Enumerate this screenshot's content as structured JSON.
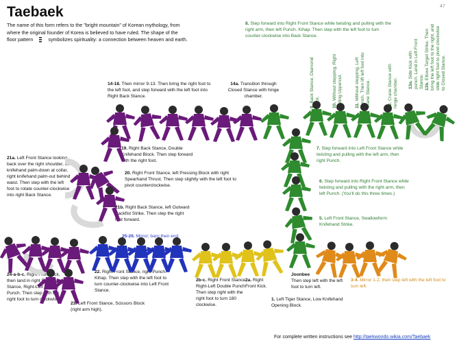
{
  "page": {
    "title": "Taebaek",
    "page_number": "47",
    "intro": "The name of this form refers to the \"bright mountain\" of Korean mythology, from where the original founder of Korea is believed to have ruled. The shape of the floor pattern",
    "intro_tail": "symbolizes spirituality: a connection between heaven and earth."
  },
  "steps": {
    "s8": {
      "num": "8.",
      "text": "Step forward into Right Front Stance while twisting and pulling with the right arm, then left Punch. Kihap. Then step with the left foot to turn counter-clockwise into Back Stance."
    },
    "s9": {
      "num": "9.",
      "text": "Back Stance, Diamond Block."
    },
    "s10": {
      "num": "10.",
      "text": "Without stepping, Right Pulling Uppercut."
    },
    "s11": {
      "num": "11.",
      "text": "Without stepping, Left Punch. Then lift left foot into Crane Stance."
    },
    "s12": {
      "num": "12.",
      "text": "Crane Stance with hinge chamber."
    },
    "s13a": {
      "num": "13a.",
      "text": "Side Kick with punch. Land in Left Front Stance."
    },
    "s13b": {
      "num": "13b.",
      "text": "Elbow Target Strike. Then bring the left foot to the right, and slide right foot to pivot clockwise to Closed Stance."
    },
    "s14": {
      "num": "14-18.",
      "text": "Then mirror 9-13. Then bring the right foot to the left foot, and step forward with the left foot into Right Back Stance."
    },
    "s14a": {
      "num": "14a.",
      "text": "Transition through Closed Stance with hinge chamber."
    },
    "s19": {
      "num": "19.",
      "text": "Right Back Stance, Double Knifehand Block. Then step forward with the right foot."
    },
    "s20": {
      "num": "20.",
      "text": "Right Front Stance, left Pressing Block with right Spearhand Thrust. Then step slightly with the left foot to pivot counterclockwise."
    },
    "s21a": {
      "num": "21a.",
      "text": "Left Front Stance looking back over the right shoulder, left knifehand palm-down at collar, right knifehand palm-out behind waist. Then step with the left foot to rotate counter-clockwise into right Back Stance."
    },
    "s21b": {
      "num": "21b.",
      "text": "Right Back Stance, left Outward Backfist Strike. Then step the right foot forward."
    },
    "s7": {
      "num": "7.",
      "text": "Step forward into Left Front Stance while twisting and pulling with the left arm, then right Punch."
    },
    "s6": {
      "num": "6.",
      "text": "Step forward into Right Front Stance while twisting and pulling with the right arm, then left Punch. (You'll do this three times.)"
    },
    "s5": {
      "num": "5.",
      "text": "Left Front Stance, Swallowform Knifehand Strike."
    },
    "s25": {
      "num": "25-26.",
      "text": "Mirror; baro then end."
    },
    "s22": {
      "num": "22.",
      "text": "Right Front Stance, right Punch. Kihap. Then step with the left foot to turn counter-clockwise into Left Front Stance."
    },
    "s24": {
      "num": "24-a-b-c.",
      "text": "Right Front Kick, then land in right Front Stance, Right-Left Double Punch. Then step with the right foot to turn clockwise."
    },
    "s23": {
      "num": "23.",
      "text": "Left Front Stance, Scissors Block (right arm high)."
    },
    "s2bc": {
      "num": "2b-c.",
      "text": "Right Front Stance, Right-Left Double Punch. Then step right with the right foot to turn 180 clockwise."
    },
    "s2a": {
      "num": "2a.",
      "text": "Right Front Kick."
    },
    "s1": {
      "num": "1.",
      "text": "Left Tiger Stance, Low Knifehand Opening Block."
    },
    "joonbee": {
      "label": "Joonbee",
      "text": "Then step left with the left foot to turn left."
    },
    "s34": {
      "num": "3-4.",
      "text": "Mirror 1-2, then step left with the left foot to turn left."
    }
  },
  "footer": {
    "text": "For complete written instructions see",
    "link": "http://taekwondo.wikia.com/Taebaek"
  },
  "colors": {
    "purple": "#6a1a7a",
    "green": "#2e8b2e",
    "blue": "#2233bb",
    "yellow": "#e0c21a",
    "orange": "#e08a1a",
    "skin": "#2b2b2b"
  }
}
